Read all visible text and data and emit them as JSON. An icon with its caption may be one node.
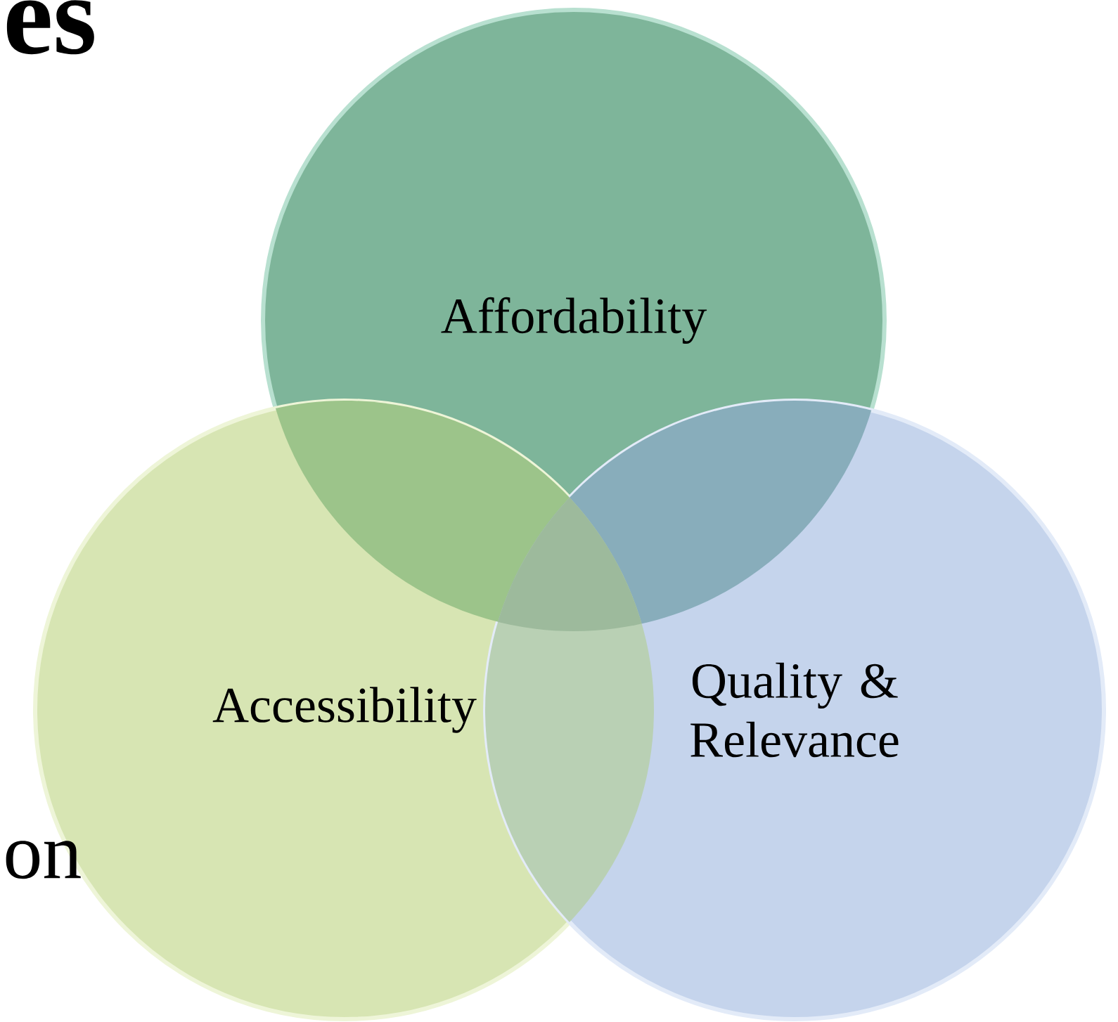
{
  "diagram": {
    "nodes": [
      {
        "text": [
          "Affordability"
        ]
      },
      {
        "text": [
          "Accessibility"
        ]
      },
      {
        "text": [
          "Quality & Relevance"
        ]
      }
    ],
    "labels": [
      "es",
      "on"
    ]
  }
}
